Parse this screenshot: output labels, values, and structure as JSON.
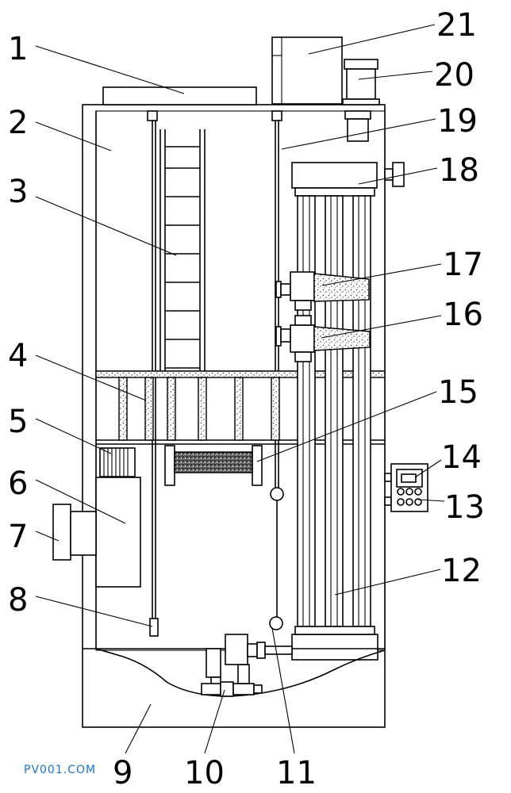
{
  "labels": [
    {
      "id": "1",
      "text": "1"
    },
    {
      "id": "2",
      "text": "2"
    },
    {
      "id": "3",
      "text": "3"
    },
    {
      "id": "4",
      "text": "4"
    },
    {
      "id": "5",
      "text": "5"
    },
    {
      "id": "6",
      "text": "6"
    },
    {
      "id": "7",
      "text": "7"
    },
    {
      "id": "8",
      "text": "8"
    },
    {
      "id": "9",
      "text": "9"
    },
    {
      "id": "10",
      "text": "10"
    },
    {
      "id": "11",
      "text": "11"
    },
    {
      "id": "12",
      "text": "12"
    },
    {
      "id": "13",
      "text": "13"
    },
    {
      "id": "14",
      "text": "14"
    },
    {
      "id": "15",
      "text": "15"
    },
    {
      "id": "16",
      "text": "16"
    },
    {
      "id": "17",
      "text": "17"
    },
    {
      "id": "18",
      "text": "18"
    },
    {
      "id": "19",
      "text": "19"
    },
    {
      "id": "20",
      "text": "20"
    },
    {
      "id": "21",
      "text": "21"
    }
  ],
  "watermark": "PV001.COM",
  "colors": {
    "line": "#000000",
    "background": "#ffffff",
    "watermark": "#1a73c9"
  }
}
